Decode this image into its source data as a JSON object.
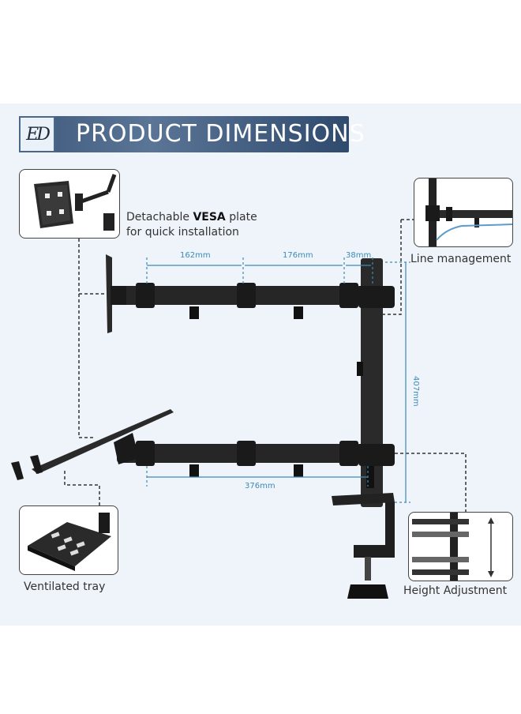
{
  "header": {
    "logo_text": "ED",
    "title": "PRODUCT DIMENSIONS"
  },
  "features": {
    "vesa": {
      "line1_prefix": "Detachable ",
      "line1_bold": "VESA",
      "line1_suffix": " plate",
      "line2": "for quick installation"
    },
    "line_management": "Line management",
    "ventilated_tray": "Ventilated tray",
    "height_adjustment": "Height Adjustment"
  },
  "dimensions": {
    "arm_segment_1": "162mm",
    "arm_segment_2": "176mm",
    "arm_segment_3": "38mm",
    "pole_height": "407mm",
    "lower_arm_length": "376mm"
  },
  "colors": {
    "banner": "#4b6789",
    "dimension_line": "#3c8bb6",
    "product": "#1e1e1e",
    "background": "#eef4fa"
  }
}
